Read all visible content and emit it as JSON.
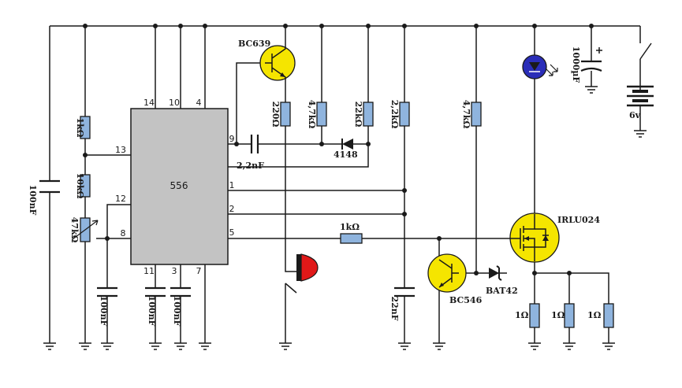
{
  "ic": {
    "name": "556",
    "pins": {
      "p14": "14",
      "p10": "10",
      "p4": "4",
      "p13": "13",
      "p12": "12",
      "p8": "8",
      "p9": "9",
      "p1": "1",
      "p2": "2",
      "p5": "5",
      "p11": "11",
      "p3": "3",
      "p7": "7"
    }
  },
  "components": {
    "r_1k_top": "1kΩ",
    "r_10k": "10kΩ",
    "pot_47k": "47kΩ",
    "c_100nF_left": "100nF",
    "c_100nF_pin8": "100nF",
    "c_100nF_pin11": "100nF",
    "c_100nF_pin3": "100nF",
    "c_2n2": "2,2nF",
    "q_bc639": "BC639",
    "r_220": "220Ω",
    "r_4k7_a": "4,7kΩ",
    "r_22k": "22kΩ",
    "r_2k2": "2,2kΩ",
    "d_4148": "4148",
    "r_1k_gate": "1kΩ",
    "c_22nF": "22nF",
    "q_bc546": "BC546",
    "r_4k7_b": "4,7kΩ",
    "d_bat42": "BAT42",
    "q_irlu024": "IRLU024",
    "c_1000uF": "1000µF",
    "battery": "6v",
    "r_1ohm_a": "1Ω",
    "r_1ohm_b": "1Ω",
    "r_1ohm_c": "1Ω"
  },
  "colors": {
    "wire": "#1a1a1a",
    "resistor_fill": "#8fb4de",
    "ic_fill": "#c3c3c3",
    "transistor_fill": "#f5e500",
    "led_fill": "#2a2db8",
    "piezo_fill": "#e01818"
  }
}
